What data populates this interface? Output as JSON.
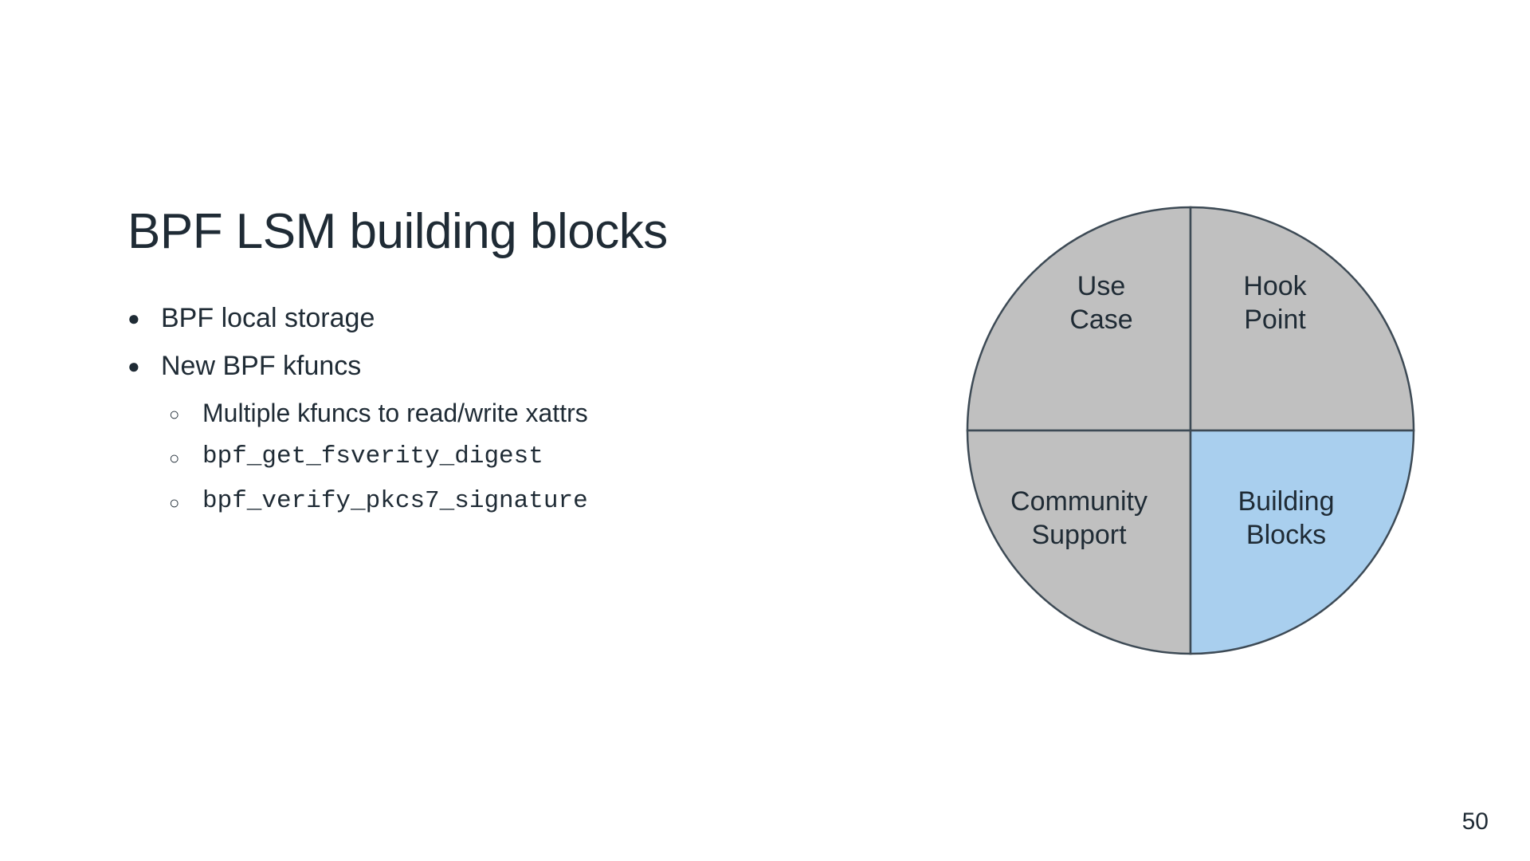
{
  "slide": {
    "title": "BPF LSM building blocks",
    "page_number": "50",
    "background_color": "#ffffff",
    "text_color": "#1f2b35"
  },
  "bullets": [
    {
      "level": 1,
      "marker": "●",
      "text": "BPF local storage",
      "mono": false
    },
    {
      "level": 1,
      "marker": "●",
      "text": "New BPF kfuncs",
      "mono": false
    },
    {
      "level": 2,
      "marker": "○",
      "text": "Multiple kfuncs to read/write xattrs",
      "mono": false
    },
    {
      "level": 2,
      "marker": "○",
      "text": "bpf_get_fsverity_digest",
      "mono": true
    },
    {
      "level": 2,
      "marker": "○",
      "text": "bpf_verify_pkcs7_signature",
      "mono": true
    }
  ],
  "diagram": {
    "type": "quadrant-circle",
    "stroke_color": "#3d4a55",
    "inactive_color": "#c0c0c0",
    "active_color": "#a9cfee",
    "quadrants": [
      {
        "position": "top-left",
        "line1": "Use",
        "line2": "Case",
        "highlighted": false
      },
      {
        "position": "top-right",
        "line1": "Hook",
        "line2": "Point",
        "highlighted": false
      },
      {
        "position": "bottom-left",
        "line1": "Community",
        "line2": "Support",
        "highlighted": false
      },
      {
        "position": "bottom-right",
        "line1": "Building",
        "line2": "Blocks",
        "highlighted": true
      }
    ]
  }
}
